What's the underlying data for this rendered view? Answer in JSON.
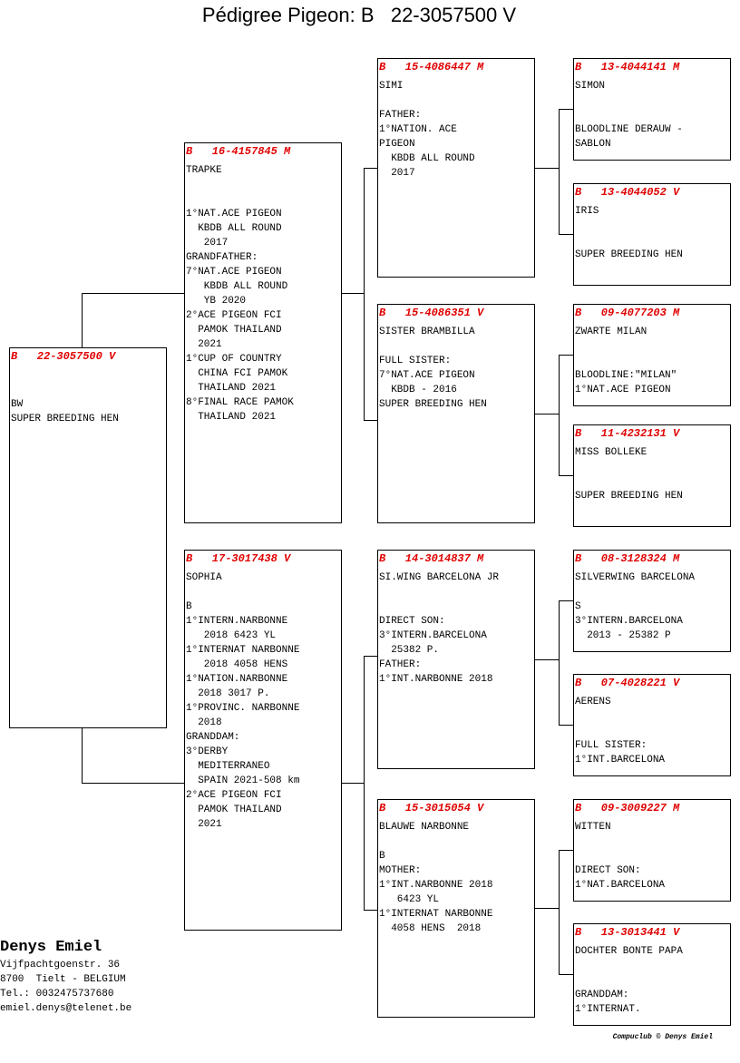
{
  "title": "Pédigree Pigeon: B   22-3057500 V",
  "pedigree": {
    "subject": {
      "header": "B   22-3057500 V",
      "lines": [
        "",
        "",
        "BW",
        "SUPER BREEDING HEN"
      ]
    },
    "sire": {
      "header": "B   16-4157845 M",
      "lines": [
        "TRAPKE",
        "",
        "",
        "1°NAT.ACE PIGEON",
        "  KBDB ALL ROUND",
        "   2017",
        "GRANDFATHER:",
        "7°NAT.ACE PIGEON",
        "   KBDB ALL ROUND",
        "   YB 2020",
        "2°ACE PIGEON FCI",
        "  PAMOK THAILAND",
        "  2021",
        "1°CUP OF COUNTRY",
        "  CHINA FCI PAMOK",
        "  THAILAND 2021",
        "8°FINAL RACE PAMOK",
        "  THAILAND 2021"
      ]
    },
    "dam": {
      "header": "B   17-3017438 V",
      "lines": [
        "SOPHIA",
        "",
        "B",
        "1°INTERN.NARBONNE",
        "   2018 6423 YL",
        "1°INTERNAT NARBONNE",
        "   2018 4058 HENS",
        "1°NATION.NARBONNE",
        "  2018 3017 P.",
        "1°PROVINC. NARBONNE",
        "  2018",
        "GRANDDAM:",
        "3°DERBY",
        "  MEDITERRANEO",
        "  SPAIN 2021-508 km",
        "2°ACE PIGEON FCI",
        "  PAMOK THAILAND",
        "  2021"
      ]
    },
    "sire_sire": {
      "header": "B   15-4086447 M",
      "lines": [
        "SIMI",
        "",
        "FATHER:",
        "1°NATION. ACE",
        "PIGEON",
        "  KBDB ALL ROUND",
        "  2017"
      ]
    },
    "sire_dam": {
      "header": "B   15-4086351 V",
      "lines": [
        "SISTER BRAMBILLA",
        "",
        "FULL SISTER:",
        "7°NAT.ACE PIGEON",
        "  KBDB - 2016",
        "SUPER BREEDING HEN"
      ]
    },
    "dam_sire": {
      "header": "B   14-3014837 M",
      "lines": [
        "SI.WING BARCELONA JR",
        "",
        "",
        "DIRECT SON:",
        "3°INTERN.BARCELONA",
        "  25382 P.",
        "FATHER:",
        "1°INT.NARBONNE 2018"
      ]
    },
    "dam_dam": {
      "header": "B   15-3015054 V",
      "lines": [
        "BLAUWE NARBONNE",
        "",
        "B",
        "MOTHER:",
        "1°INT.NARBONNE 2018",
        "   6423 YL",
        "1°INTERNAT NARBONNE",
        "  4058 HENS  2018"
      ]
    },
    "ss_sire": {
      "header": "B   13-4044141 M",
      "lines": [
        "SIMON",
        "",
        "",
        "BLOODLINE DERAUW -",
        "SABLON"
      ]
    },
    "ss_dam": {
      "header": "B   13-4044052 V",
      "lines": [
        "IRIS",
        "",
        "",
        "SUPER BREEDING HEN"
      ]
    },
    "sd_sire": {
      "header": "B   09-4077203 M",
      "lines": [
        "ZWARTE MILAN",
        "",
        "",
        "BLOODLINE:\"MILAN\"",
        "1°NAT.ACE PIGEON"
      ]
    },
    "sd_dam": {
      "header": "B   11-4232131 V",
      "lines": [
        "MISS BOLLEKE",
        "",
        "",
        "SUPER BREEDING HEN"
      ]
    },
    "ds_sire": {
      "header": "B   08-3128324 M",
      "lines": [
        "SILVERWING BARCELONA",
        "",
        "S",
        "3°INTERN.BARCELONA",
        "  2013 - 25382 P"
      ]
    },
    "ds_dam": {
      "header": "B   07-4028221 V",
      "lines": [
        "AERENS",
        "",
        "",
        "FULL SISTER:",
        "1°INT.BARCELONA"
      ]
    },
    "dd_sire": {
      "header": "B   09-3009227 M",
      "lines": [
        "WITTEN",
        "",
        "",
        "DIRECT SON:",
        "1°NAT.BARCELONA"
      ]
    },
    "dd_dam": {
      "header": "B   13-3013441 V",
      "lines": [
        "DOCHTER BONTE PAPA",
        "",
        "",
        "GRANDDAM:",
        "1°INTERNAT."
      ]
    }
  },
  "owner": {
    "name": "Denys Emiel",
    "address": "Vijfpachtgoenstr. 36",
    "city": "8700  Tielt - BELGIUM",
    "phone": "Tel.: 0032475737680",
    "email": "emiel.denys@telenet.be"
  },
  "credit": "Compuclub © Denys Emiel"
}
